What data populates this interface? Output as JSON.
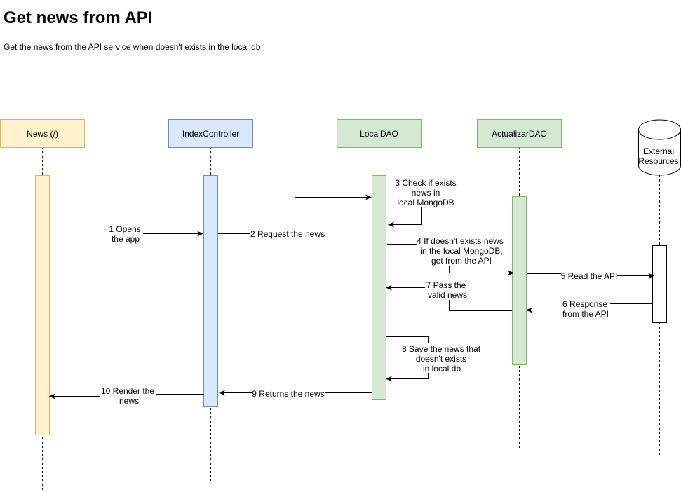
{
  "title": "Get news from API",
  "subtitle": "Get the news from the API service when doesn't exists in the local db",
  "participants": {
    "news": {
      "label": "News (/)",
      "fill": "#fff2cc",
      "stroke": "#d6b656"
    },
    "index": {
      "label": "IndexController",
      "fill": "#dae8fc",
      "stroke": "#6c8ebf"
    },
    "local": {
      "label": "LocalDAO",
      "fill": "#d5e8d4",
      "stroke": "#82b366"
    },
    "actualizar": {
      "label": "ActualizarDAO",
      "fill": "#d5e8d4",
      "stroke": "#82b366"
    },
    "external": {
      "label_line1": "External",
      "label_line2": "Resources",
      "fill": "#ffffff",
      "stroke": "#000000"
    }
  },
  "messages": {
    "m1": {
      "line1": "1 Opens",
      "line2": "the app"
    },
    "m2": {
      "line1": "2 Request the news"
    },
    "m3": {
      "line1": "3 Check if exists",
      "line2": "news in",
      "line3": "local MongoDB"
    },
    "m4": {
      "line1": "4 If doesn't exists news",
      "line2": "in the local MongoDB,",
      "line3": "get from the API"
    },
    "m5": {
      "line1": "5 Read the API"
    },
    "m6": {
      "line1": "6 Response",
      "line2": "from the API"
    },
    "m7": {
      "line1": "7 Pass the",
      "line2": "valid news"
    },
    "m8": {
      "line1": "8 Save the news that",
      "line2": "doesn't exists",
      "line3": "in local db"
    },
    "m9": {
      "line1": "9 Returns the news"
    },
    "m10": {
      "line1": "10 Render the",
      "line2": "news"
    }
  }
}
